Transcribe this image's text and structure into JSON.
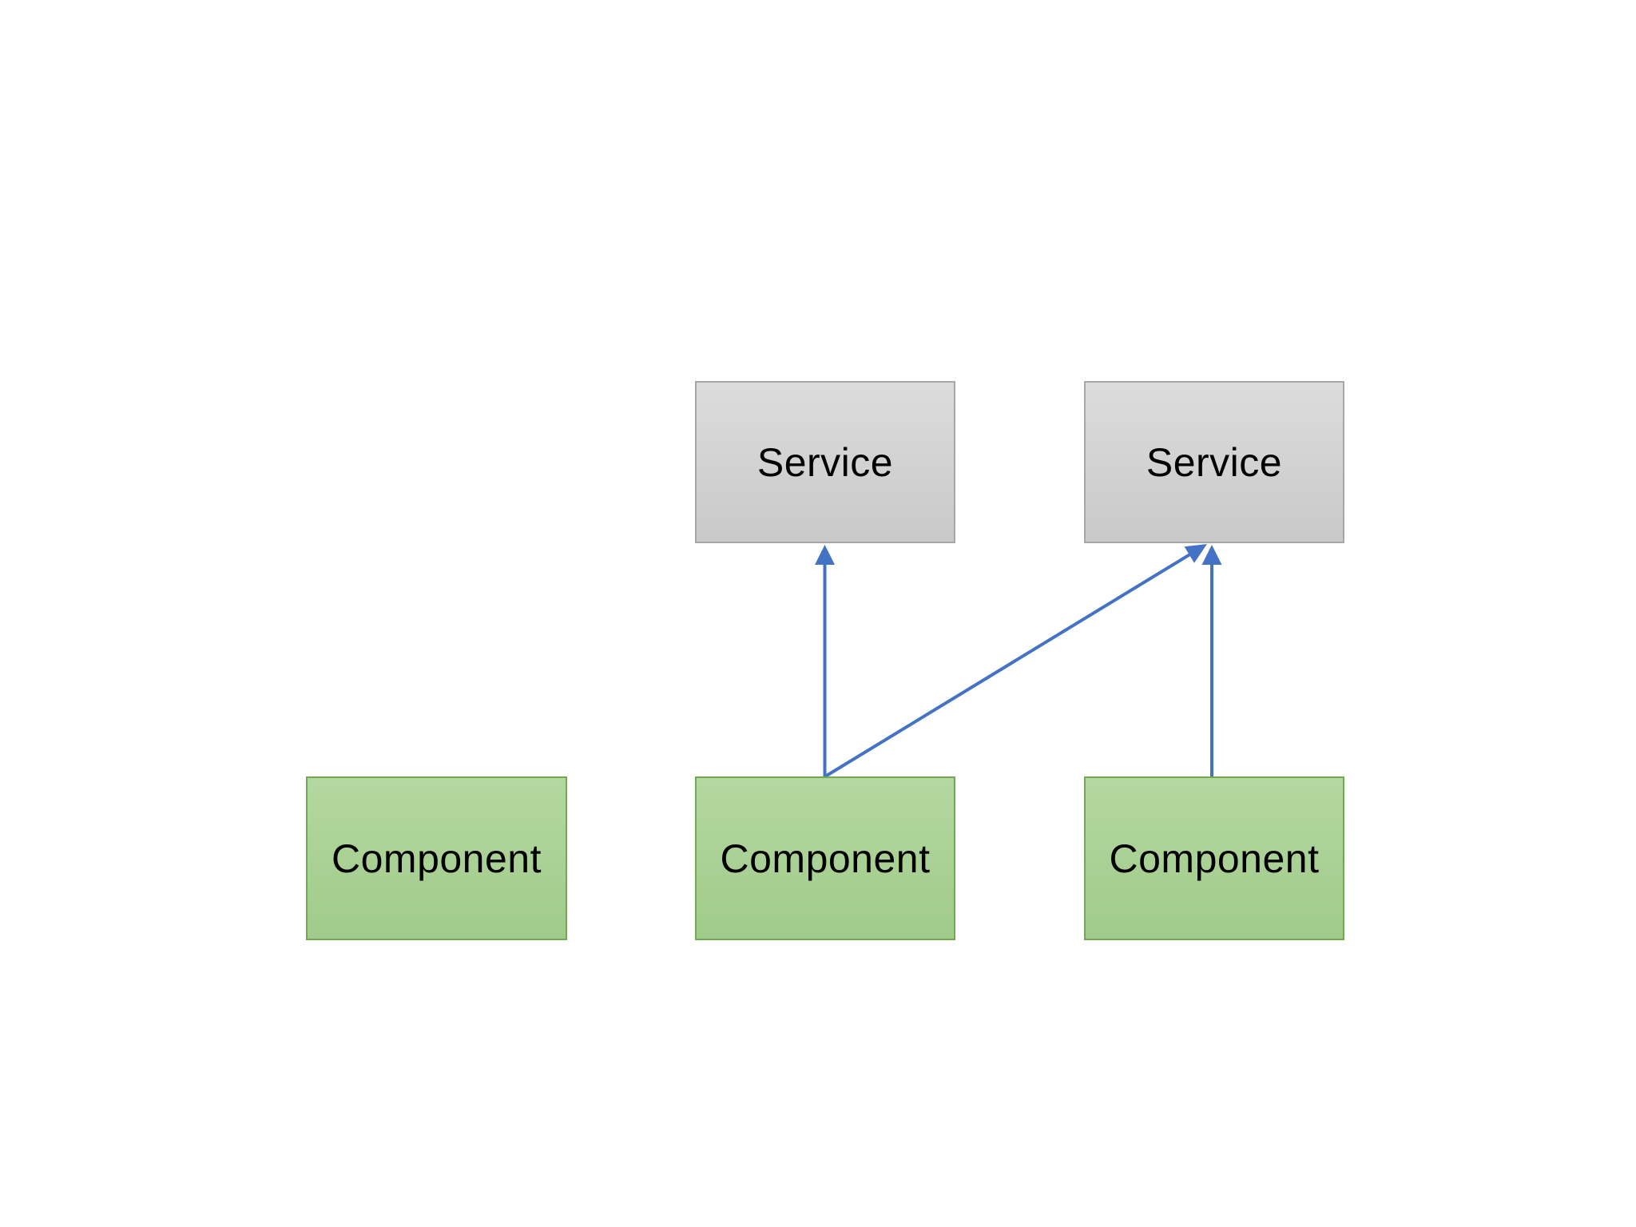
{
  "diagram": {
    "title": "",
    "services": [
      {
        "id": "service-1",
        "label": "Service"
      },
      {
        "id": "service-2",
        "label": "Service"
      }
    ],
    "components": [
      {
        "id": "component-1",
        "label": "Component"
      },
      {
        "id": "component-2",
        "label": "Component"
      },
      {
        "id": "component-3",
        "label": "Component"
      }
    ],
    "connections": [
      {
        "from": "component-2",
        "to": "service-1",
        "style": "arrow"
      },
      {
        "from": "component-2",
        "to": "service-2",
        "style": "arrow"
      },
      {
        "from": "component-3",
        "to": "service-2",
        "style": "arrow"
      }
    ]
  },
  "colors": {
    "background": "#ffffff",
    "text": "#000000",
    "arrow_blue": "#4472C4",
    "service_fill_top": "#DCDCDC",
    "service_fill_bottom": "#C9C9C9",
    "service_border": "#A6A6A6",
    "component_fill_top": "#B5D7A1",
    "component_fill_bottom": "#A0CB8A",
    "component_border": "#72A850"
  }
}
